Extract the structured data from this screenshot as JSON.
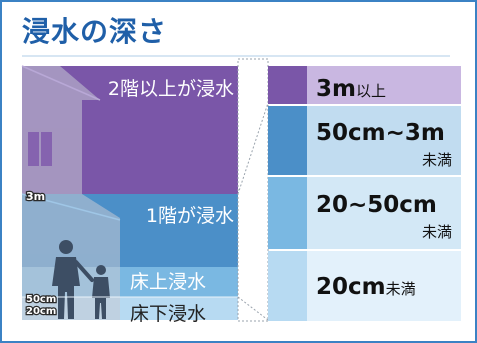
{
  "title": "浸水の深さ",
  "colors": {
    "border": "#3b82c4",
    "title": "#1f5fa8",
    "level_3m_plus": "#7a56a8",
    "level_50cm_3m": "#4b8fc8",
    "level_20_50cm": "#7ab8e2",
    "level_under_20cm": "#b7daf2",
    "house": "#c7cad3"
  },
  "diagram": {
    "levels": {
      "floor2": "2階以上が浸水",
      "floor1": "1階が浸水",
      "above_floor": "床上浸水",
      "below_floor": "床下浸水"
    },
    "heights": {
      "h3m": "3m",
      "h50cm": "50cm",
      "h20cm": "20cm"
    }
  },
  "legend": [
    {
      "main": "3m",
      "suffix": "以上",
      "sub": ""
    },
    {
      "main": "50cm~3m",
      "suffix": "",
      "sub": "未満"
    },
    {
      "main": "20~50cm",
      "suffix": "",
      "sub": "未満"
    },
    {
      "main": "20cm",
      "suffix": "未満",
      "sub": ""
    }
  ]
}
